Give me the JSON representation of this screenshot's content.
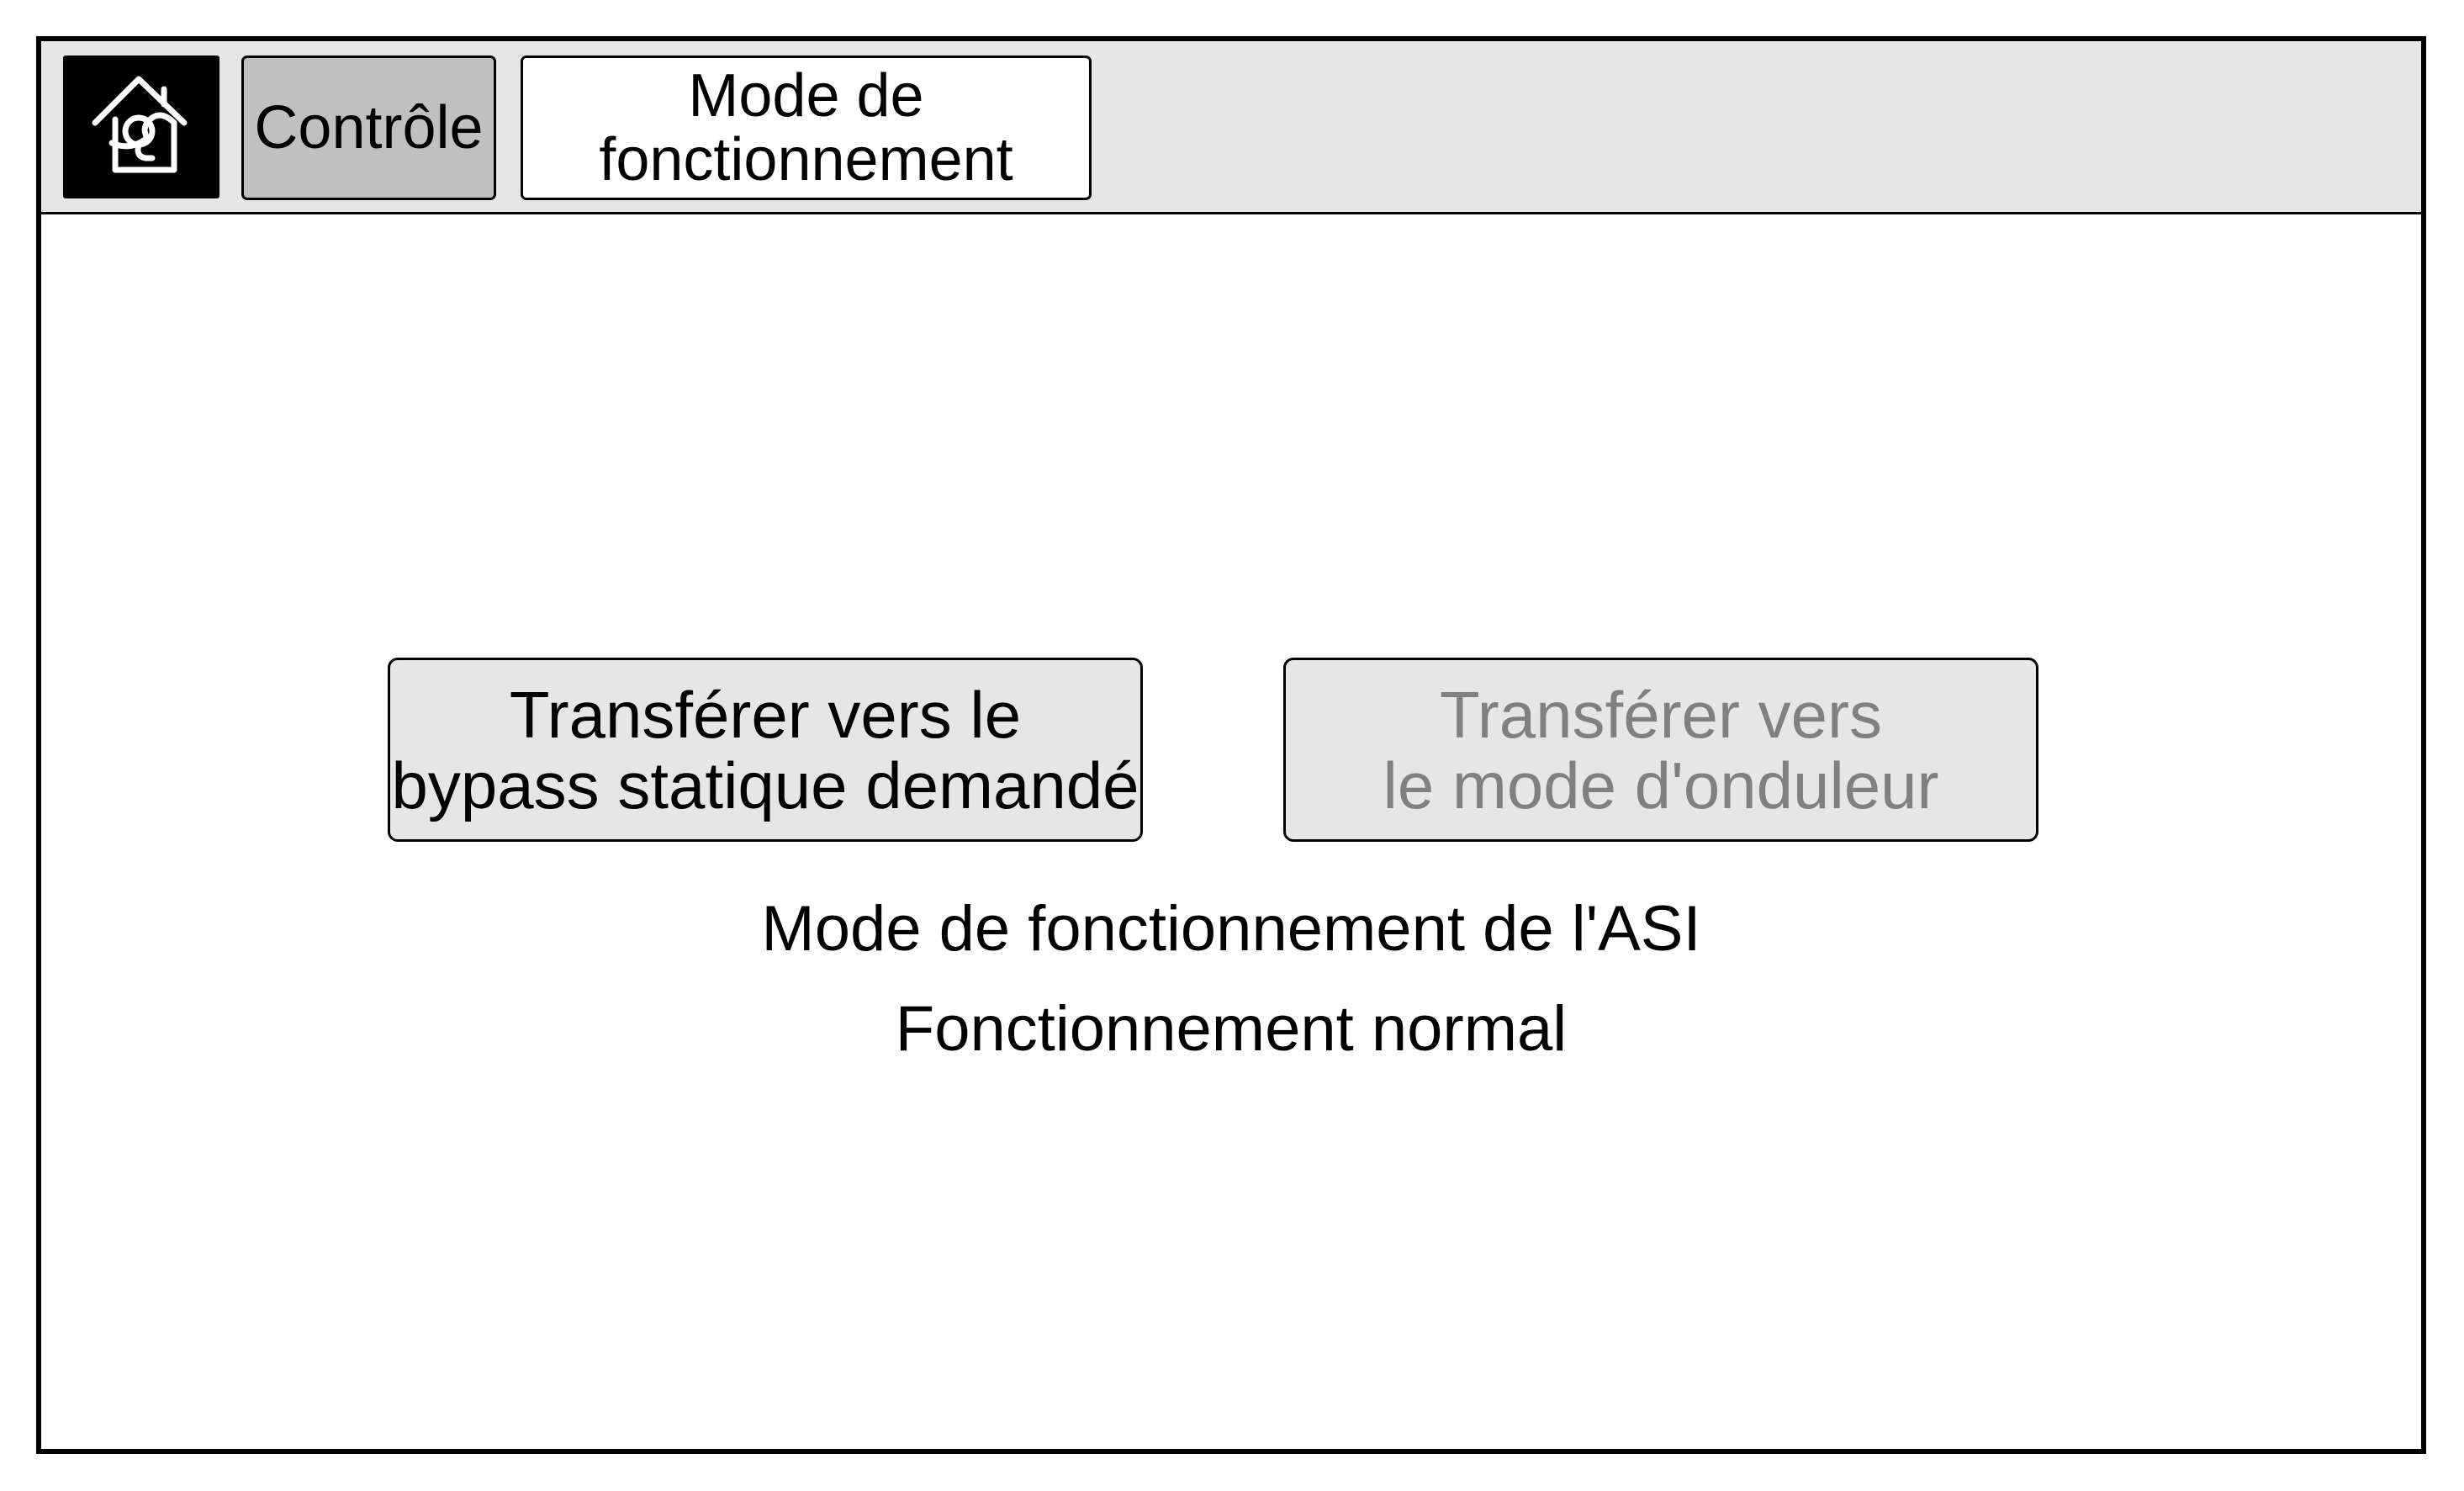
{
  "header": {
    "home_icon": "home-icon",
    "breadcrumb": {
      "parent": "Contrôle",
      "current": "Mode de\nfonctionnement"
    }
  },
  "actions": {
    "bypass_label": "Transférer vers le\nbypass statique demandé",
    "bypass_enabled": true,
    "inverter_label": "Transférer vers\nle mode d'onduleur",
    "inverter_enabled": false
  },
  "status": {
    "title": "Mode de fonctionnement de l'ASI",
    "value": "Fonctionnement normal"
  },
  "colors": {
    "header_bg": "#e6e6e6",
    "active_crumb_bg": "#c0c0c0",
    "button_bg": "#e6e6e6",
    "disabled_text": "#808080",
    "border": "#000000"
  }
}
